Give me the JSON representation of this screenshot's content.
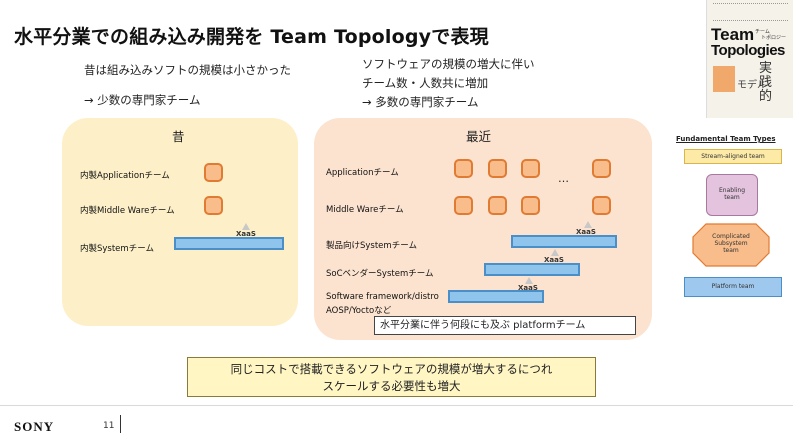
{
  "slide": {
    "title": "水平分業での組み込み開発を Team Topologyで表現",
    "left_note_line1": "昔は組み込みソフトの規模は小さかった",
    "left_note_line2": "→ 少数の専門家チーム",
    "right_note_line1": "ソフトウェアの規模の増大に伴い",
    "right_note_line2": "チーム数・人数共に増加",
    "right_note_line3": "→ 多数の専門家チーム"
  },
  "old_panel": {
    "heading": "昔",
    "rows": [
      {
        "label": "内製Applicationチーム"
      },
      {
        "label": "内製Middle Wareチーム"
      },
      {
        "label": "内製Systemチーム"
      }
    ],
    "xaas": "XaaS"
  },
  "new_panel": {
    "heading": "最近",
    "rows": [
      {
        "label": "Applicationチーム"
      },
      {
        "label": "Middle Wareチーム"
      },
      {
        "label": "製品向けSystemチーム"
      },
      {
        "label": "SoCベンダーSystemチーム"
      },
      {
        "label": "Software framework/distro"
      },
      {
        "label": "AOSP/Yoctoなど"
      }
    ],
    "ellipsis": "…",
    "xaas": "XaaS",
    "caption": "水平分業に伴う何段にも及ぶ platformチーム"
  },
  "legend": {
    "title": "Fundamental Team Types",
    "stream_aligned": "Stream-aligned team",
    "enabling_line1": "Enabling",
    "enabling_line2": "team",
    "complicated_line1": "Complicated",
    "complicated_line2": "Subsystem",
    "complicated_line3": "team",
    "platform": "Platform team"
  },
  "book": {
    "title_line1": "Team",
    "title_line2": "Topologies",
    "jp_line1": "実",
    "jp_line2": "践",
    "jp_line3": "的",
    "jp_small": "モデル",
    "jp_team": "チーム",
    "jp_topology": "トポロジー"
  },
  "bottom_box": {
    "line1": "同じコストで搭載できるソフトウェアの規模が増大するにつれ",
    "line2": "スケールする必要性も増大"
  },
  "footer": {
    "brand": "SONY",
    "page_number": "11"
  },
  "colors": {
    "stream_fill": "#fdeaa7",
    "enabling_fill": "#e3c3dd",
    "complicated_fill": "#f8bd8a",
    "platform_fill": "#9fc8ee",
    "team_orange": "#f8bd8a",
    "team_orange_border": "#e07b33",
    "platform_blue": "#8fc4ec"
  }
}
